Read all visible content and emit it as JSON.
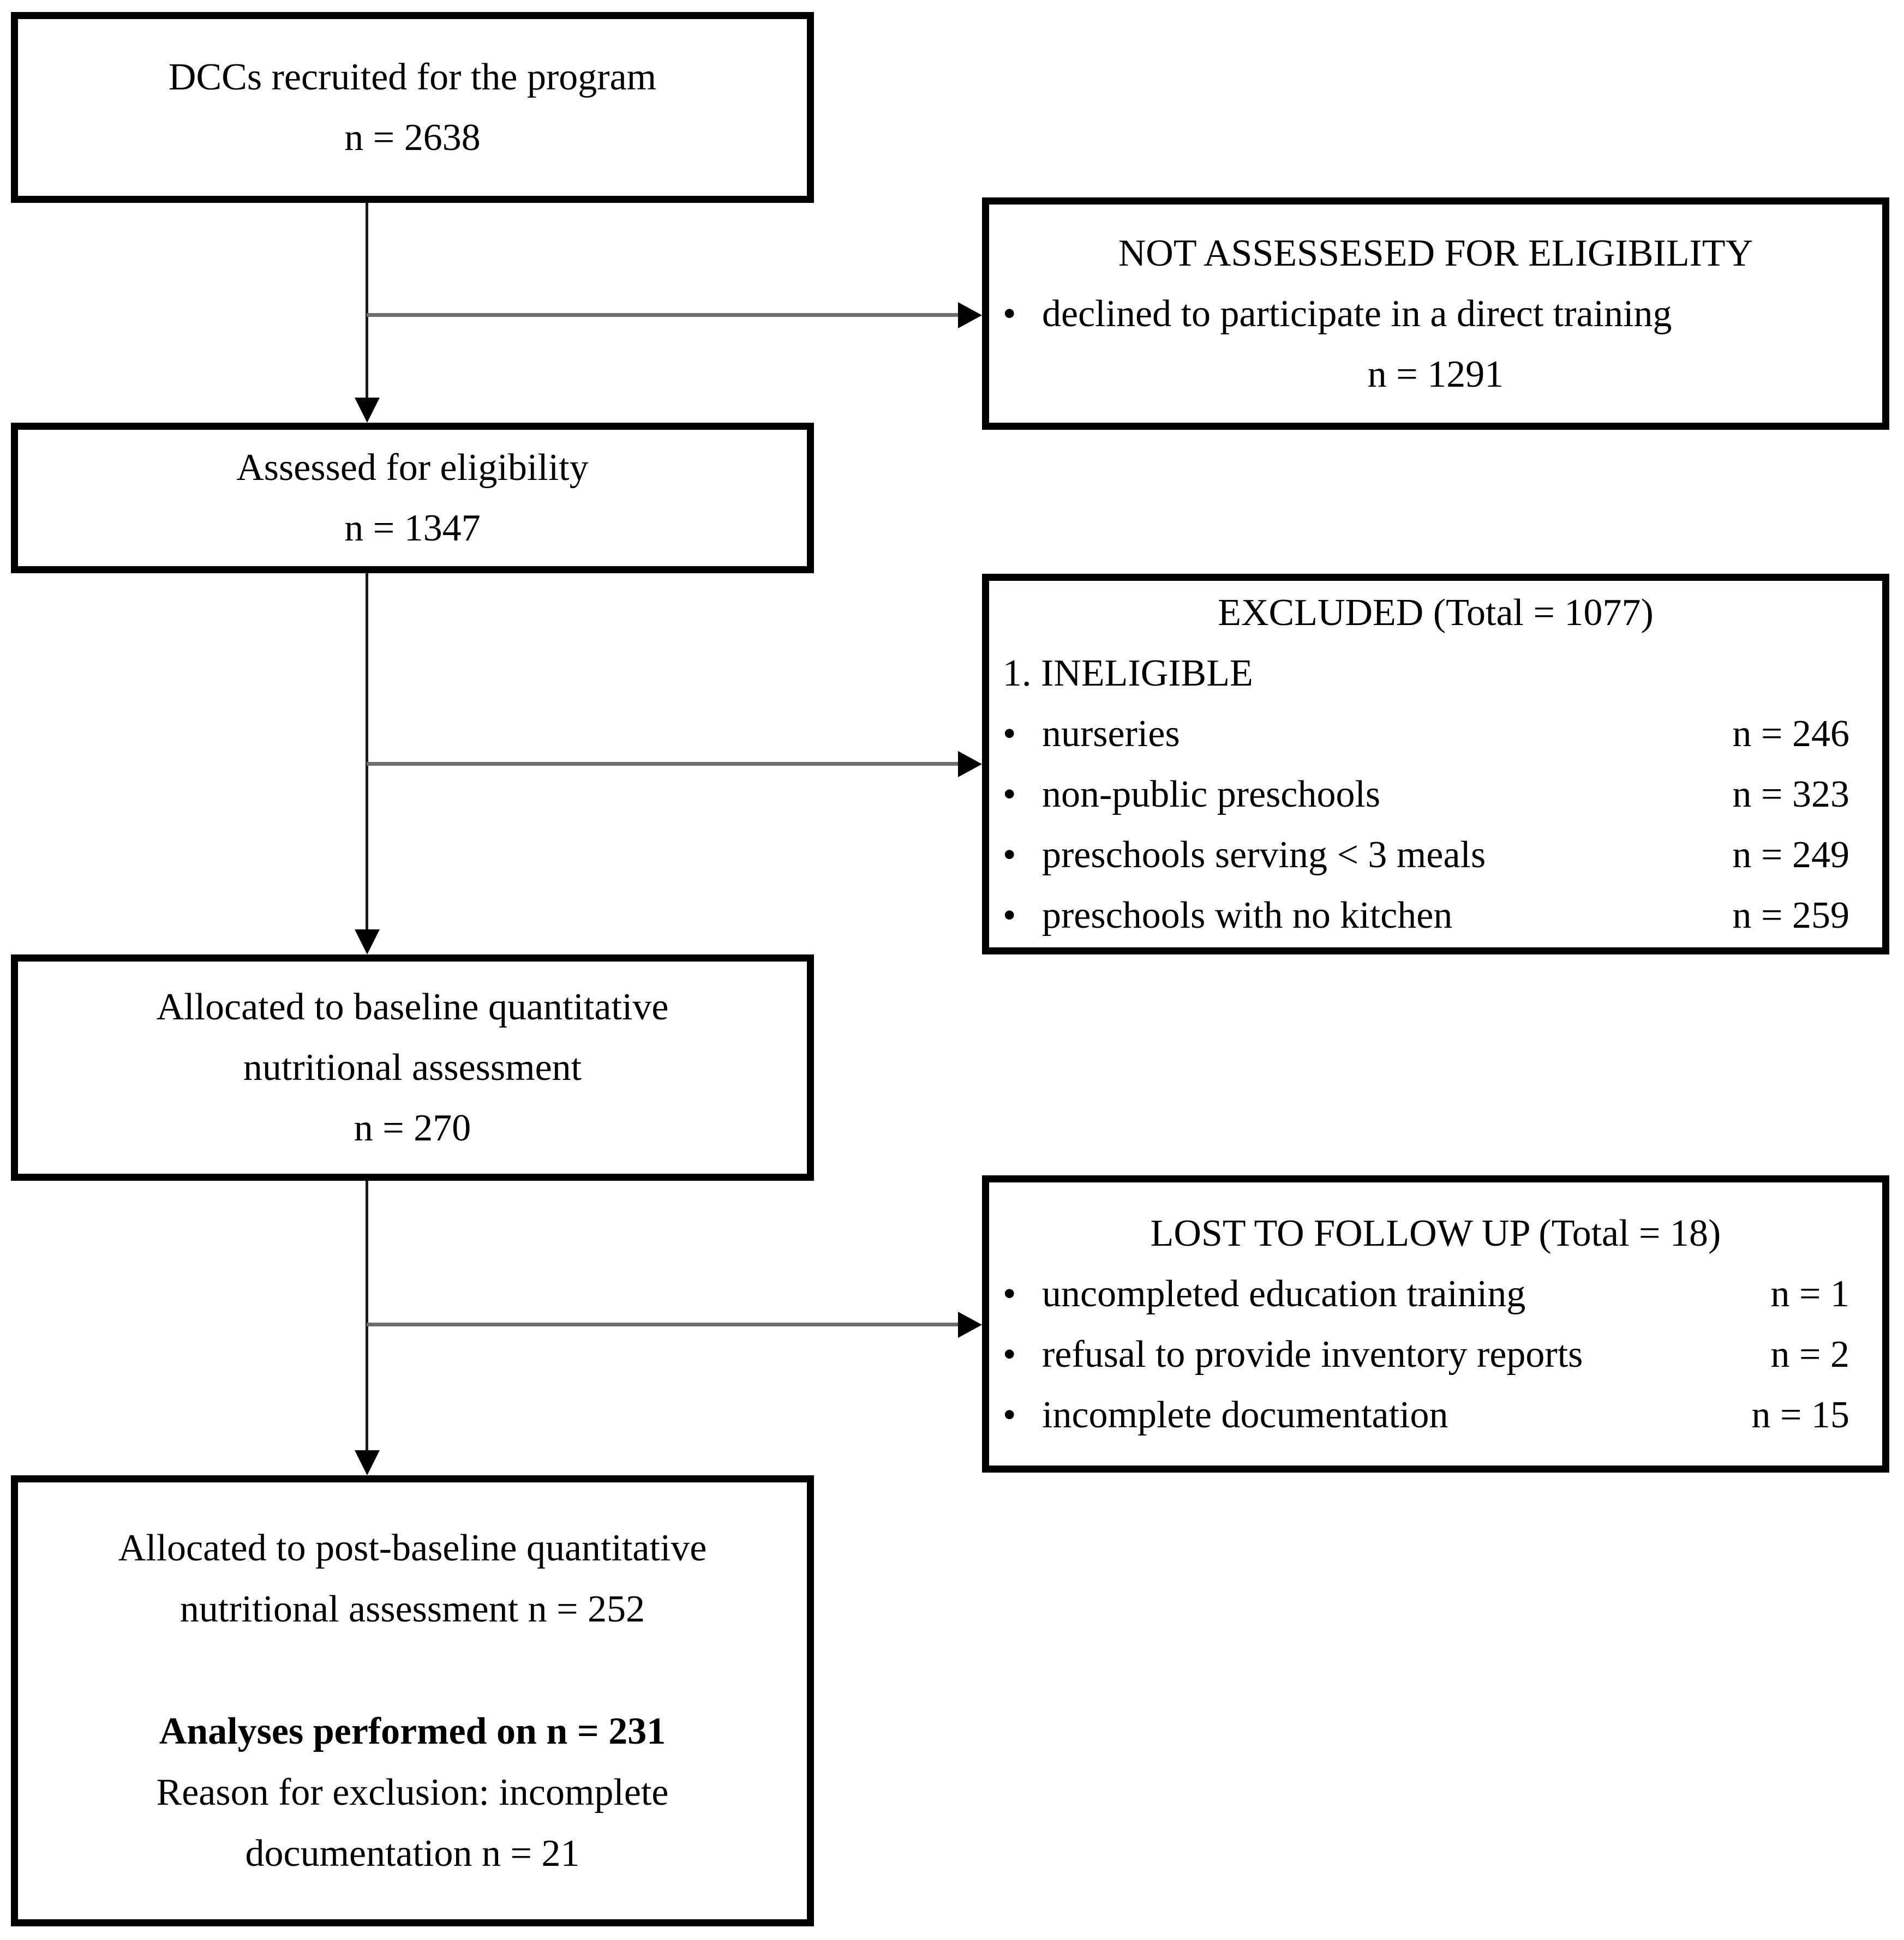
{
  "flow": {
    "bullet": "•",
    "box_recruited": {
      "line1": "DCCs recruited for the program",
      "line2": "n = 2638"
    },
    "box_not_assessed": {
      "title": "NOT ASSESSESED FOR ELIGIBILITY",
      "items": [
        {
          "label": "declined to participate in a direct training"
        }
      ],
      "count": "n = 1291"
    },
    "box_assessed": {
      "line1": "Assessed for eligibility",
      "line2": "n = 1347"
    },
    "box_excluded": {
      "title": "EXCLUDED (Total = 1077)",
      "subtitle": "1. INELIGIBLE",
      "items": [
        {
          "label": "nurseries",
          "value": "n = 246"
        },
        {
          "label": "non-public preschools",
          "value": "n = 323"
        },
        {
          "label": "preschools serving < 3 meals",
          "value": "n = 249"
        },
        {
          "label": "preschools with no kitchen",
          "value": "n = 259"
        }
      ]
    },
    "box_baseline": {
      "line1": "Allocated to baseline quantitative",
      "line2": "nutritional assessment",
      "line3": "n = 270"
    },
    "box_lost": {
      "title": "LOST TO FOLLOW UP (Total = 18)",
      "items": [
        {
          "label": "uncompleted education training",
          "value": "n = 1"
        },
        {
          "label": "refusal to provide inventory reports",
          "value": "n = 2"
        },
        {
          "label": "incomplete documentation",
          "value": "n = 15"
        }
      ]
    },
    "box_post_baseline": {
      "line1": "Allocated to post-baseline quantitative",
      "line2": "nutritional assessment n = 252",
      "line3_bold": "Analyses performed on n = 231",
      "line4": "Reason for exclusion: incomplete",
      "line5": "documentation n = 21"
    }
  },
  "colors": {
    "background": "#ffffff",
    "box_border": "#000000",
    "text": "#000000",
    "connector_v": "#1a1a1a",
    "connector_h": "#6e6e6e",
    "arrowhead": "#000000"
  }
}
